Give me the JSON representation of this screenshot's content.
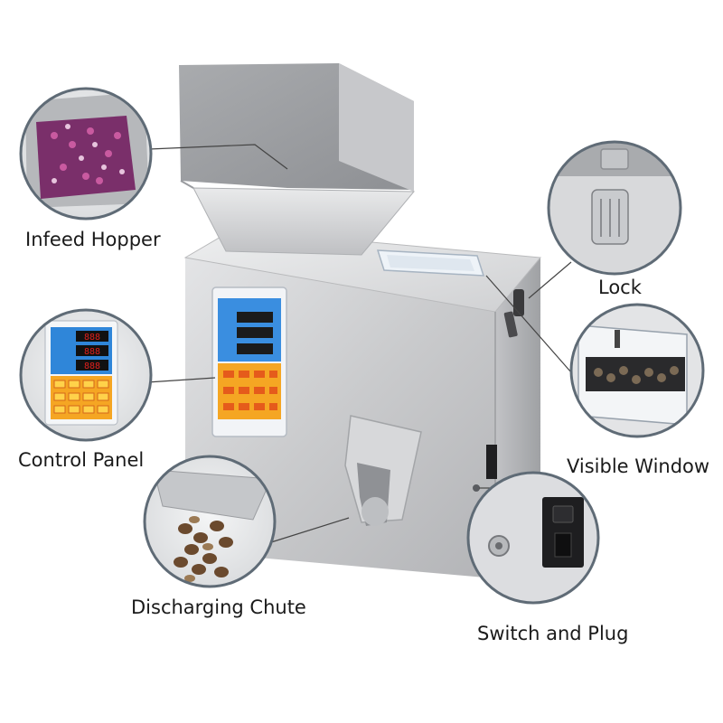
{
  "callouts": {
    "infeed_hopper": "Infeed Hopper",
    "lock": "Lock",
    "control_panel": "Control Panel",
    "visible_window": "Visible Window",
    "discharging_chute": "Discharging Chute",
    "switch_and_plug": "Switch and Plug"
  },
  "control_panel": {
    "displays": [
      "888",
      "888",
      "888"
    ]
  },
  "colors": {
    "steel_light": "#d4d5d7",
    "steel_dark": "#a4a6a9",
    "panel_blue": "#2f86d9",
    "panel_orange": "#f5a623",
    "led_red": "#e0201b",
    "leader_line": "#444444",
    "bubble_border": "#5f6b76"
  }
}
